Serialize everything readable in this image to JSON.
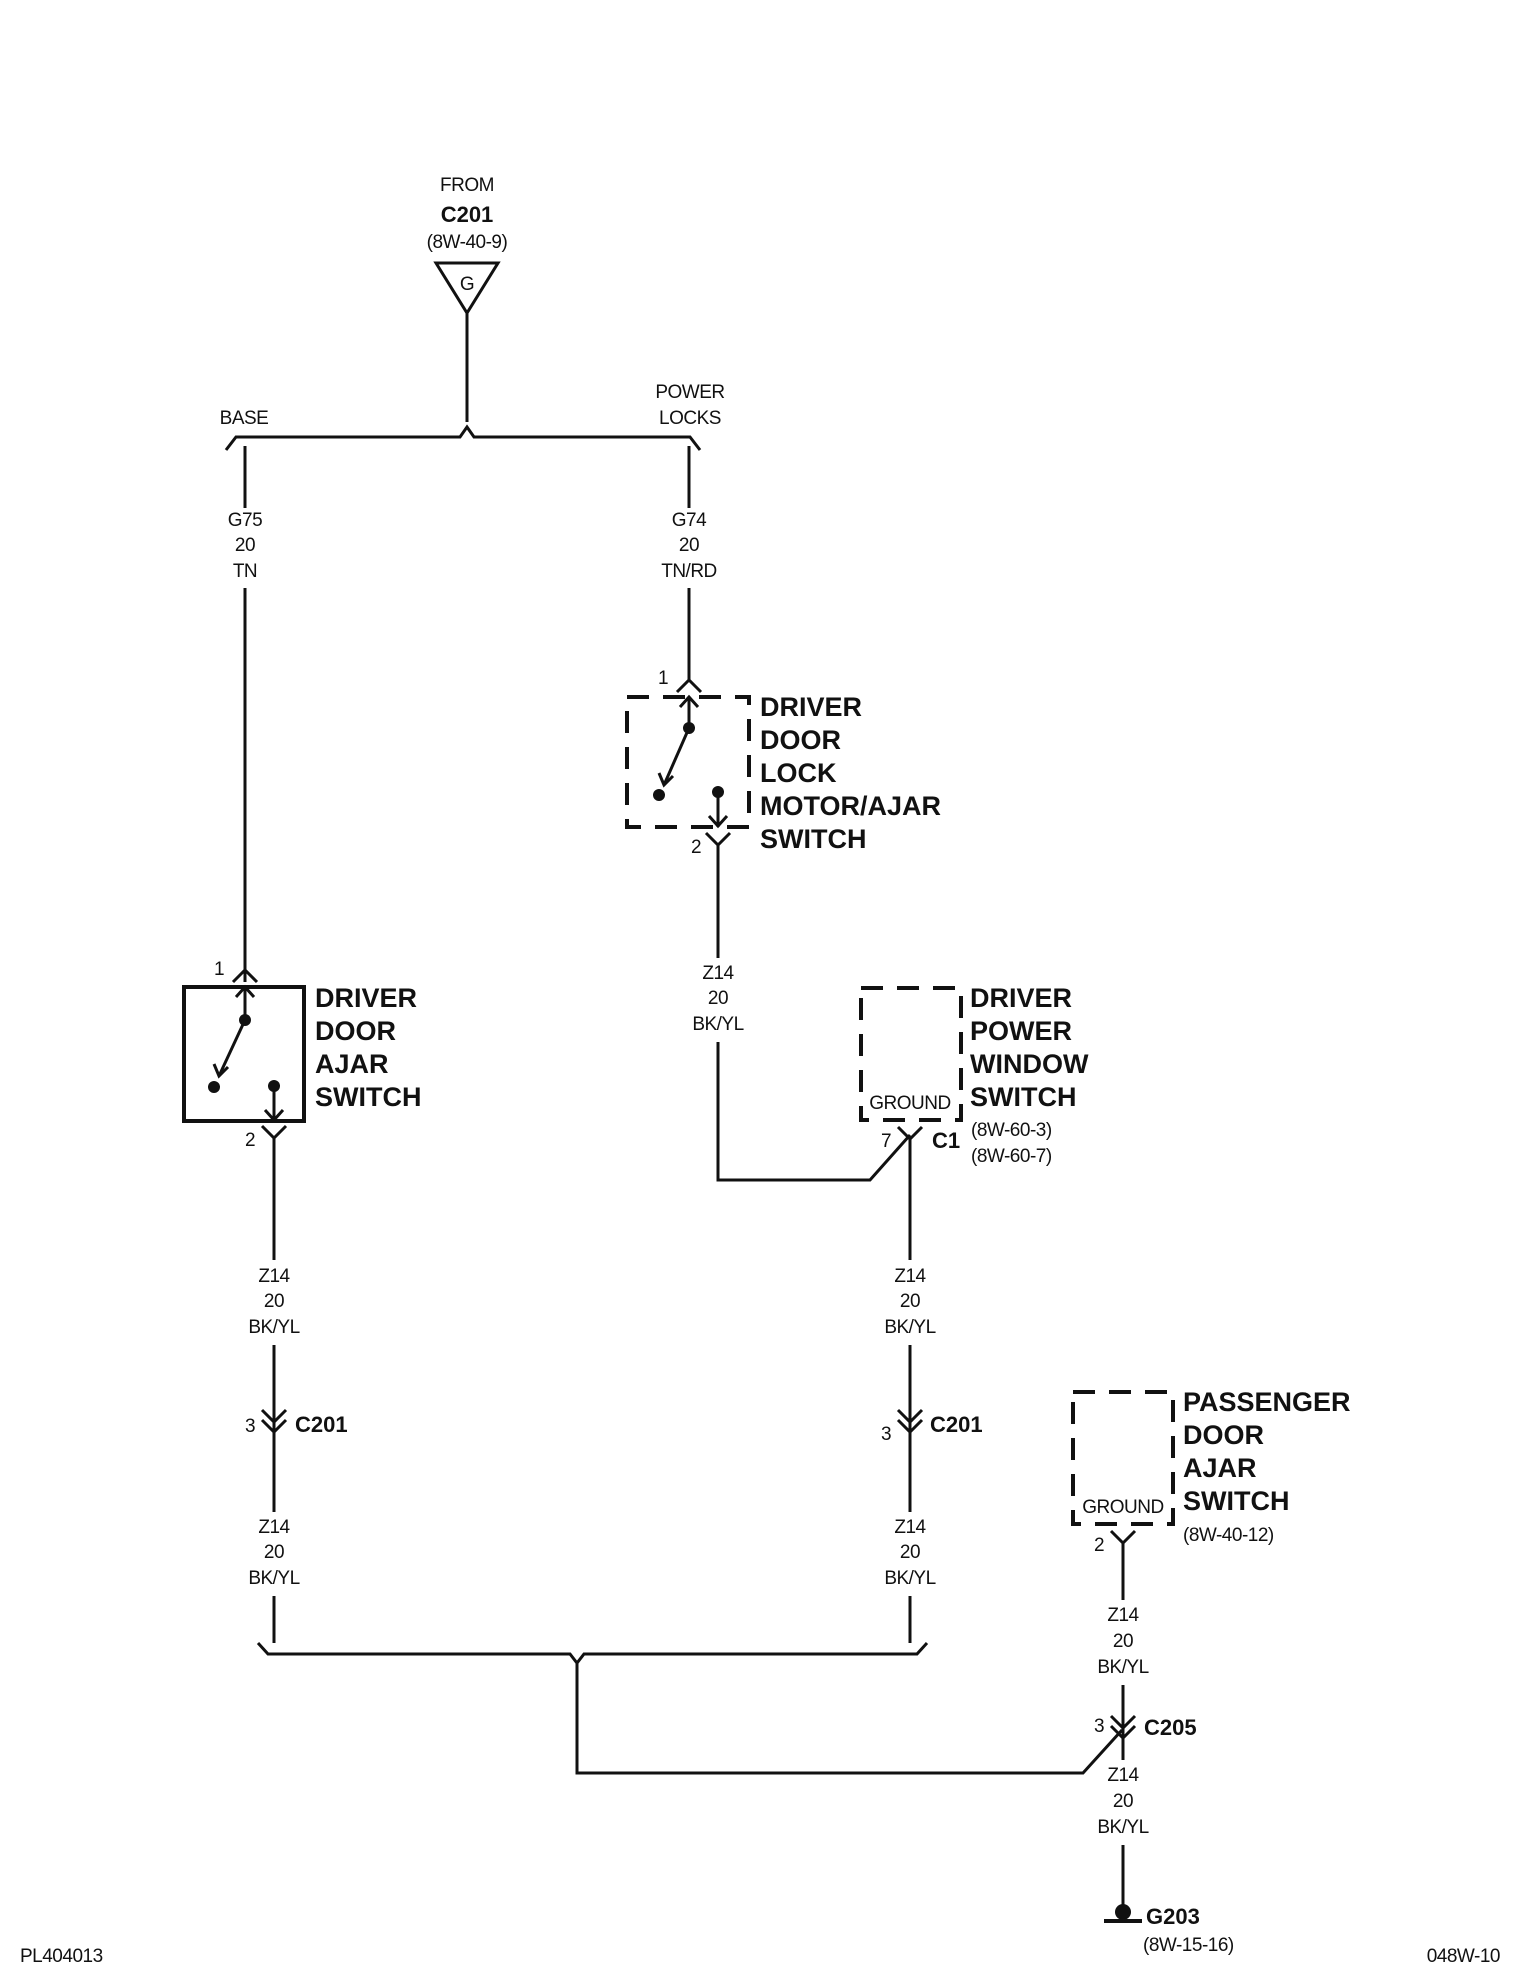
{
  "source": {
    "from_label": "FROM",
    "connector": "C201",
    "ref": "(8W-40-9)",
    "pin_letter": "G"
  },
  "branches": {
    "left_label": "BASE",
    "right_label_line1": "POWER",
    "right_label_line2": "LOCKS"
  },
  "wires": {
    "g75": [
      "G75",
      "20",
      "TN"
    ],
    "g74": [
      "G74",
      "20",
      "TN/RD"
    ],
    "z14_lock_out": [
      "Z14",
      "20",
      "BK/YL"
    ],
    "z14_left_upper": [
      "Z14",
      "20",
      "BK/YL"
    ],
    "z14_left_lower": [
      "Z14",
      "20",
      "BK/YL"
    ],
    "z14_mid_upper": [
      "Z14",
      "20",
      "BK/YL"
    ],
    "z14_mid_lower": [
      "Z14",
      "20",
      "BK/YL"
    ],
    "z14_right_upper": [
      "Z14",
      "20",
      "BK/YL"
    ],
    "z14_right_lower": [
      "Z14",
      "20",
      "BK/YL"
    ]
  },
  "components": {
    "lock_switch": {
      "lines": [
        "DRIVER",
        "DOOR",
        "LOCK",
        "MOTOR/AJAR",
        "SWITCH"
      ],
      "pin_top": "1",
      "pin_bottom": "2"
    },
    "ajar_switch": {
      "lines": [
        "DRIVER",
        "DOOR",
        "AJAR",
        "SWITCH"
      ],
      "pin_top": "1",
      "pin_bottom": "2"
    },
    "window_switch": {
      "lines": [
        "DRIVER",
        "POWER",
        "WINDOW",
        "SWITCH"
      ],
      "ground": "GROUND",
      "pin": "7",
      "connector": "C1",
      "refs": [
        "(8W-60-3)",
        "(8W-60-7)"
      ]
    },
    "passenger_switch": {
      "lines": [
        "PASSENGER",
        "DOOR",
        "AJAR",
        "SWITCH"
      ],
      "ground": "GROUND",
      "pin": "2",
      "ref": "(8W-40-12)"
    }
  },
  "connectors": {
    "c201_left": {
      "pin": "3",
      "name": "C201"
    },
    "c201_mid": {
      "pin": "3",
      "name": "C201"
    },
    "c205": {
      "pin": "3",
      "name": "C205"
    }
  },
  "ground": {
    "name": "G203",
    "ref": "(8W-15-16)"
  },
  "footer": {
    "left": "PL404013",
    "right": "048W-10"
  }
}
